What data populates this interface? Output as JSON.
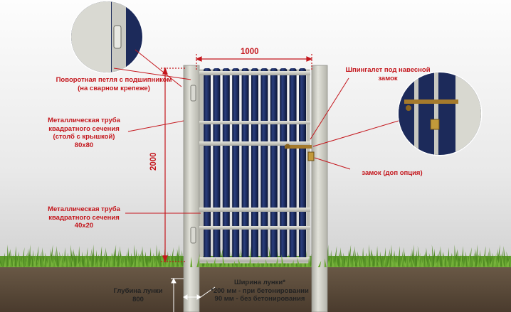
{
  "dimensions": {
    "width": "1000",
    "height": "2000"
  },
  "labels": {
    "hinge": "Поворотная петля с подшипником\n(на сварном крепеже)",
    "post": "Металлическая труба\nквадратного сечения\n(столб с крышкой)\n80x80",
    "frame": "Металлическая труба\nквадратного сечения\n40x20",
    "latch": "Шпингалет под навесной\nзамок",
    "lock": "замок (доп опция)",
    "hole_depth": "Глубина лунки\n800",
    "hole_width": "Ширина лунки*\n*200 мм - при бетонировании\n90 мм - без бетонирования"
  },
  "colors": {
    "annotation": "#c4161c",
    "picket": "#1b2a5c",
    "metal": "#cfcfc6",
    "grass": "#5e9a2c",
    "soil": "#5b4a3a"
  },
  "icons": [
    "hinge-detail-icon",
    "latch-detail-icon",
    "lock-icon"
  ]
}
